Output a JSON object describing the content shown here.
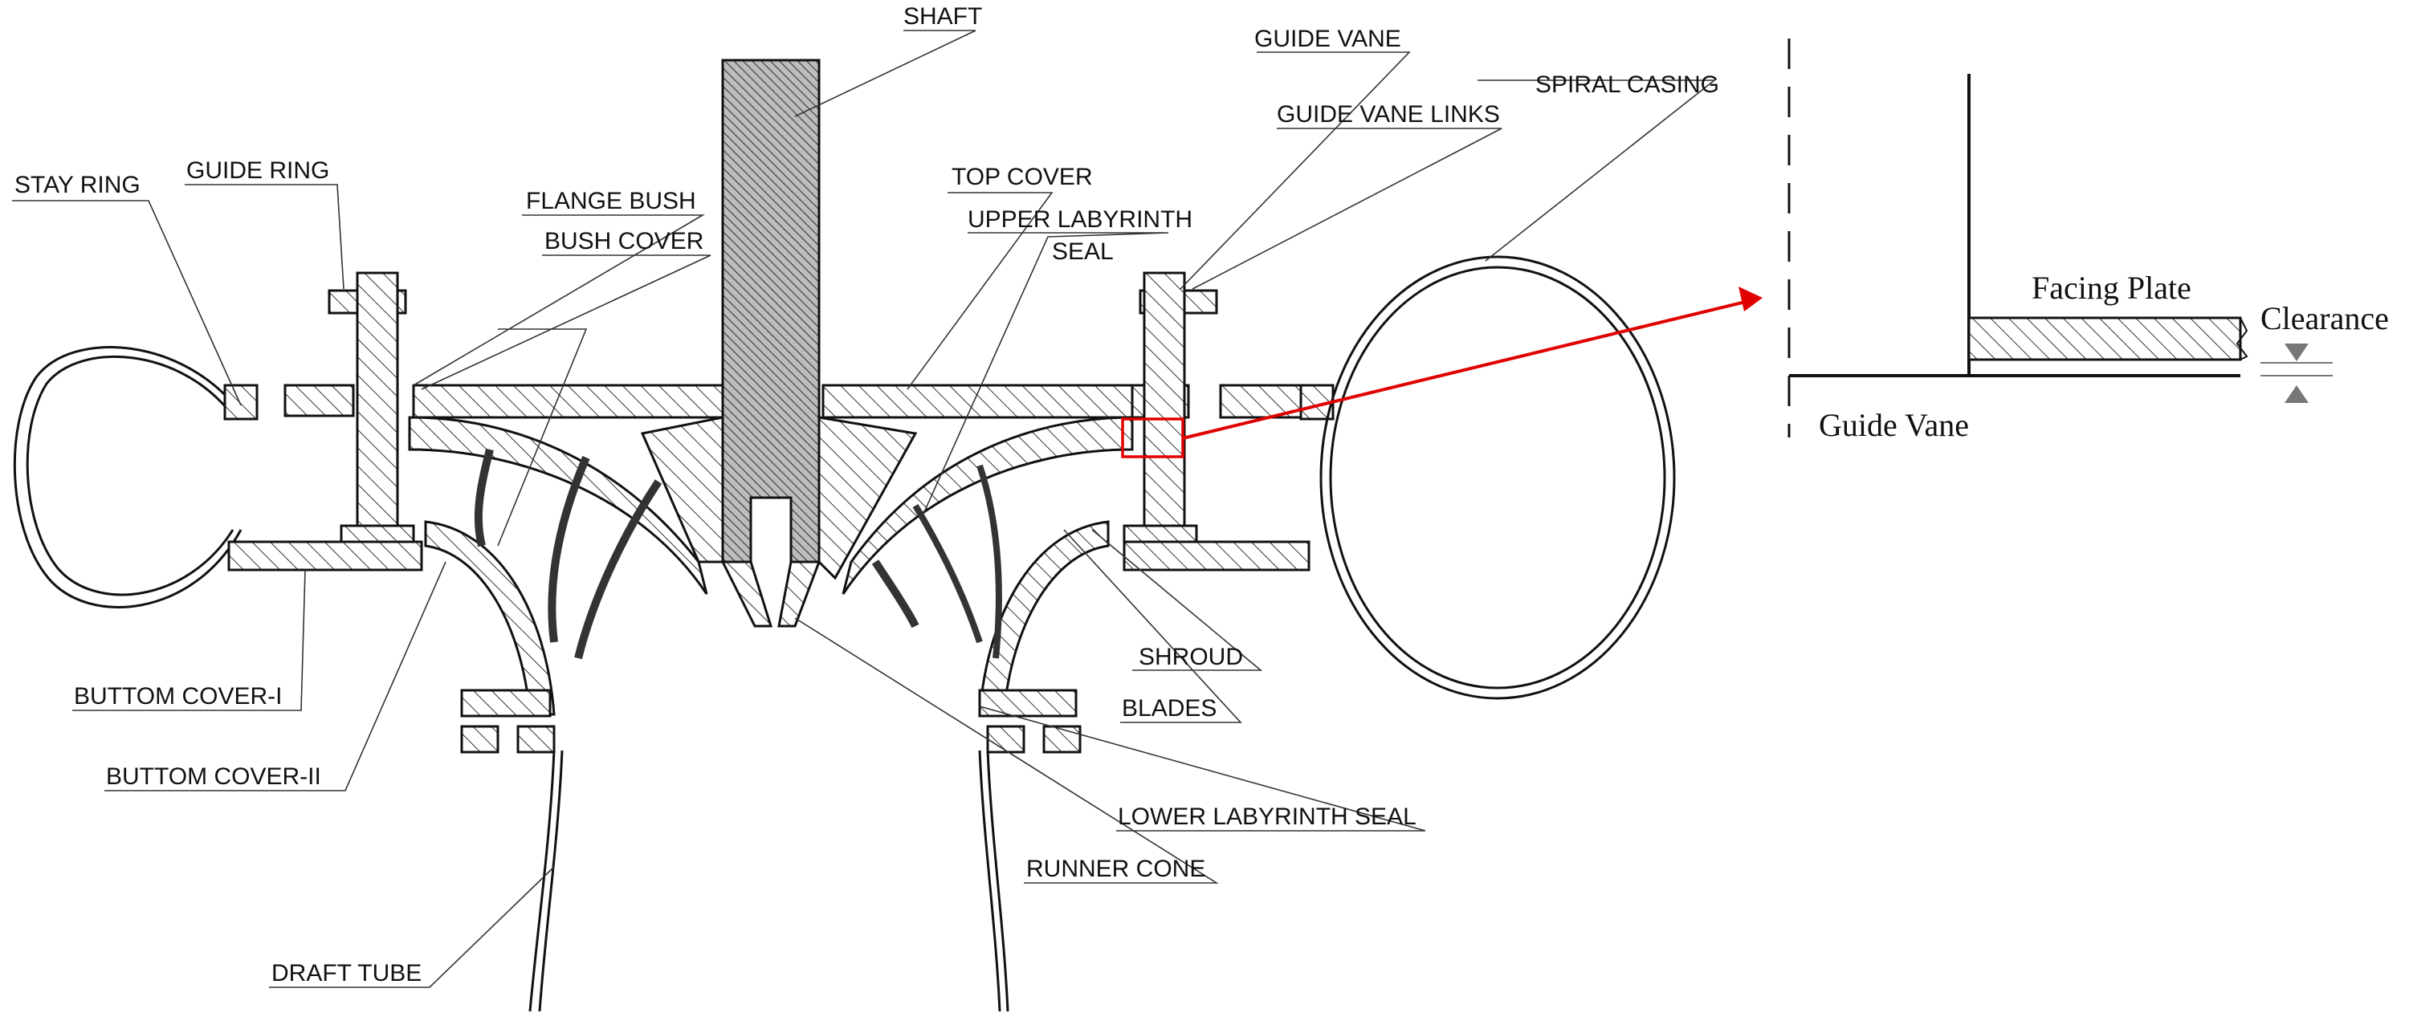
{
  "labels": {
    "shaft": "SHAFT",
    "guide_vane": "GUIDE VANE",
    "spiral_casing": "SPIRAL CASING",
    "guide_vane_links": "GUIDE VANE LINKS",
    "stay_ring": "STAY RING",
    "guide_ring": "GUIDE RING",
    "flange_bush": "FLANGE BUSH",
    "bush_cover": "BUSH COVER",
    "top_cover": "TOP COVER",
    "upper_labyrinth_seal_1": "UPPER LABYRINTH",
    "upper_labyrinth_seal_2": "SEAL",
    "shroud": "SHROUD",
    "blades": "BLADES",
    "buttom_cover_1": "BUTTOM COVER-I",
    "buttom_cover_2": "BUTTOM COVER-II",
    "lower_labyrinth_seal": "LOWER LABYRINTH SEAL",
    "runner_cone": "RUNNER CONE",
    "draft_tube": "DRAFT TUBE"
  },
  "detail": {
    "facing_plate": "Facing Plate",
    "clearance": "Clearance",
    "guide_vane": "Guide Vane"
  },
  "colors": {
    "highlight": "#e00000",
    "line": "#111111",
    "shaft_fill": "#888888"
  }
}
